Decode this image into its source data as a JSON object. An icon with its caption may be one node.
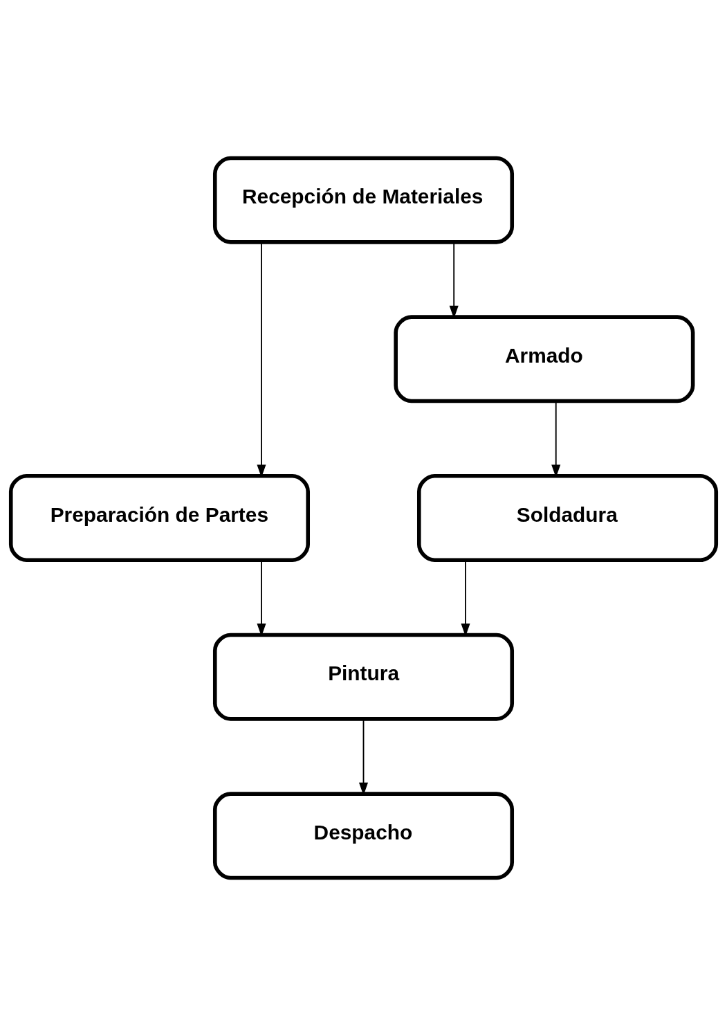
{
  "diagram": {
    "nodes": [
      {
        "text": [
          "Recepción de Materiales"
        ]
      },
      {
        "text": [
          "Preparación de Partes"
        ]
      },
      {
        "text": [
          "Armado"
        ]
      },
      {
        "text": [
          "Soldadura"
        ]
      },
      {
        "text": [
          "Pintura"
        ]
      },
      {
        "text": [
          "Despacho"
        ]
      }
    ],
    "edges": [
      {
        "from": 0,
        "to": 1,
        "arrow": "to"
      },
      {
        "from": 0,
        "to": 2,
        "arrow": "to"
      },
      {
        "from": 1,
        "to": 4,
        "arrow": "to"
      },
      {
        "from": 2,
        "to": 3,
        "arrow": "to"
      },
      {
        "from": 3,
        "to": 4,
        "arrow": "to"
      },
      {
        "from": 4,
        "to": 5,
        "arrow": "to"
      }
    ]
  }
}
